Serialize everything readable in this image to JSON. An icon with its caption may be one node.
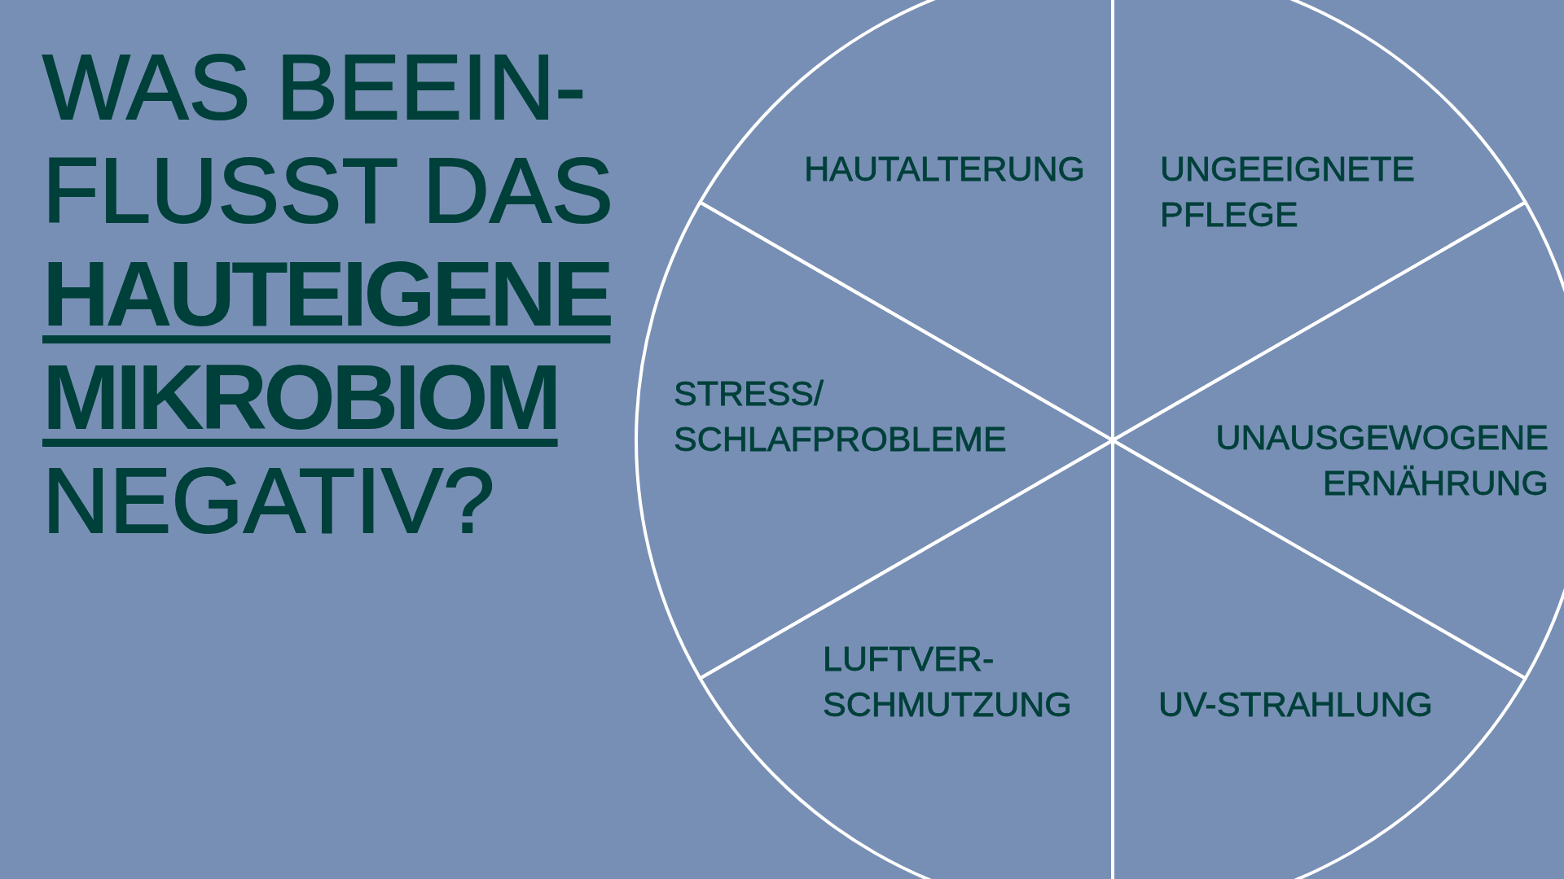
{
  "diagram": {
    "title": "WAS BEEIN- FLUSST DAS **HAUTEIGENE MIKROBIOM** NEGATIV?",
    "nodes": [
      {
        "text": [
          "HAUTALTERUNG"
        ]
      },
      {
        "text": [
          "UNGEEIGNETE PFLEGE"
        ]
      },
      {
        "text": [
          "STRESS/ SCHLAFPROBLEME"
        ]
      },
      {
        "text": [
          "UNAUSGEWOGENE ERNÄHRUNG"
        ]
      },
      {
        "text": [
          "LUFTVER- SCHMUTZUNG"
        ]
      },
      {
        "text": [
          "UV-STRAHLUNG"
        ]
      }
    ]
  }
}
